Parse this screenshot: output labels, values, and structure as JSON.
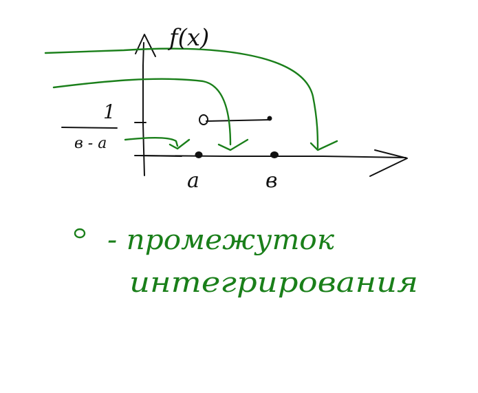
{
  "axes": {
    "y_label": "f(x)",
    "tick_one": "1",
    "fraction_den": "в - а",
    "point_a": "a",
    "point_b": "в"
  },
  "legend": {
    "line1": "- промежуток",
    "line2": "интегрирования"
  },
  "colors": {
    "ink": "#111111",
    "green": "#1a7f1a"
  }
}
